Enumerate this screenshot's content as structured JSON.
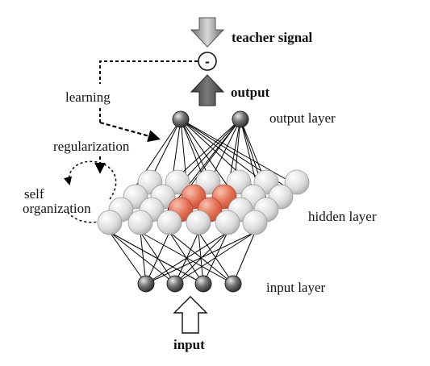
{
  "labels": {
    "teacher_signal": "teacher signal",
    "output": "output",
    "input": "input",
    "output_layer": "output layer",
    "hidden_layer": "hidden layer",
    "input_layer": "input layer",
    "learning": "learning",
    "regularization": "regularization",
    "self": "self",
    "organization": "organization"
  },
  "comparator_symbol": "-",
  "colors": {
    "neuron_dark": "#404040",
    "neuron_hidden": "#d4d4d4",
    "neuron_active": "#e06a4e",
    "arrow_gray": "#8a8a8a",
    "arrow_dark": "#4a4a4a",
    "line": "#000000"
  }
}
